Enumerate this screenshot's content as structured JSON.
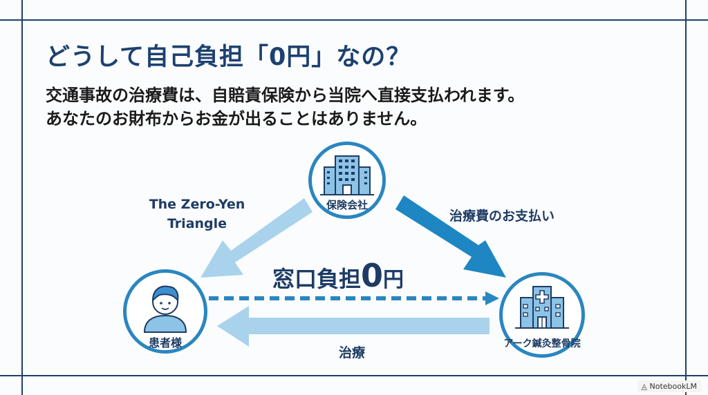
{
  "slide": {
    "title": "どうして自己負担「0円」なの？",
    "subtitle_lines": [
      "交通事故の治療費は、自賠責保険から当院へ直接支払われます。",
      "あなたのお財布からお金が出ることはありません。"
    ]
  },
  "diagram": {
    "caption_lines": [
      "The Zero-Yen",
      "Triangle"
    ],
    "nodes": {
      "insurer": {
        "label": "保険会社",
        "icon": "office-building-icon"
      },
      "patient": {
        "label": "患者様",
        "icon": "person-icon"
      },
      "clinic": {
        "label": "アーク鍼灸整骨院",
        "icon": "hospital-icon"
      }
    },
    "edges": {
      "insurer_to_clinic": "治療費のお支払い",
      "patient_to_clinic_center": "窓口負担",
      "patient_to_clinic_amount": "0",
      "patient_to_clinic_unit": "円",
      "clinic_to_patient": "治療"
    },
    "colors": {
      "navy": "#1d4170",
      "circle_stroke": "#2a86bf",
      "arrow_light": "#a9d3ec",
      "arrow_dark": "#1d86c3",
      "icon_fill": "#8cc3e6"
    }
  },
  "watermark": "NotebookLM"
}
